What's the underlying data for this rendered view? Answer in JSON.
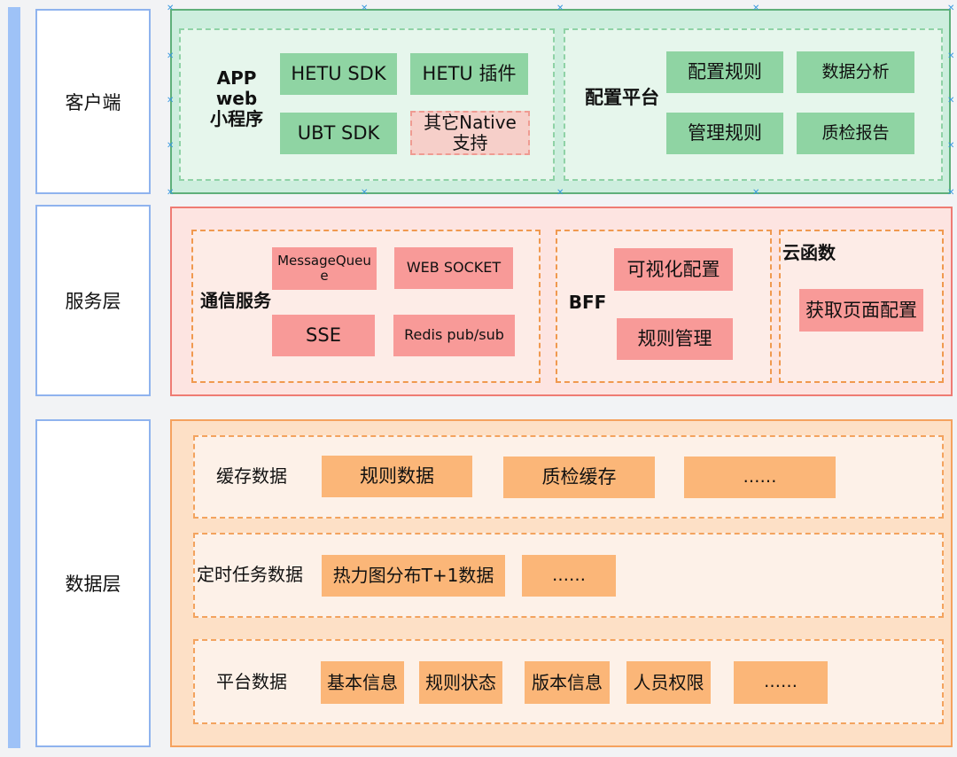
{
  "layers": {
    "client": "客户端",
    "service": "服务层",
    "data": "数据层"
  },
  "client": {
    "platforms": [
      "APP",
      "web",
      "小程序"
    ],
    "sdk": {
      "hetu_sdk": "HETU SDK",
      "hetu_plugin": "HETU 插件",
      "ubt_sdk": "UBT SDK",
      "other_native_1": "其它Native",
      "other_native_2": "支持"
    },
    "config_platform": {
      "title": "配置平台",
      "config_rules": "配置规则",
      "data_analysis": "数据分析",
      "manage_rules": "管理规则",
      "qc_report": "质检报告"
    }
  },
  "service": {
    "comm": {
      "title": "通信服务",
      "mq_1": "MessageQueu",
      "mq_2": "e",
      "websocket": "WEB SOCKET",
      "sse": "SSE",
      "redis": "Redis pub/sub"
    },
    "bff": {
      "title": "BFF",
      "visual_config": "可视化配置",
      "rule_manage": "规则管理"
    },
    "cloud": {
      "title": "云函数",
      "get_page_config": "获取页面配置"
    }
  },
  "data": {
    "cache": {
      "title": "缓存数据",
      "rule_data": "规则数据",
      "qc_cache": "质检缓存",
      "more": "……"
    },
    "scheduled": {
      "title": "定时任务数据",
      "heatmap": "热力图分布T+1数据",
      "more": "……"
    },
    "platform": {
      "title": "平台数据",
      "basic_info": "基本信息",
      "rule_status": "规则状态",
      "version_info": "版本信息",
      "permissions": "人员权限",
      "more": "……"
    }
  },
  "colors": {
    "client_bg": "#cdeede",
    "service_bg": "#fde4e1",
    "data_bg": "#fde0c6",
    "left_bar": "#9ec2f7"
  }
}
